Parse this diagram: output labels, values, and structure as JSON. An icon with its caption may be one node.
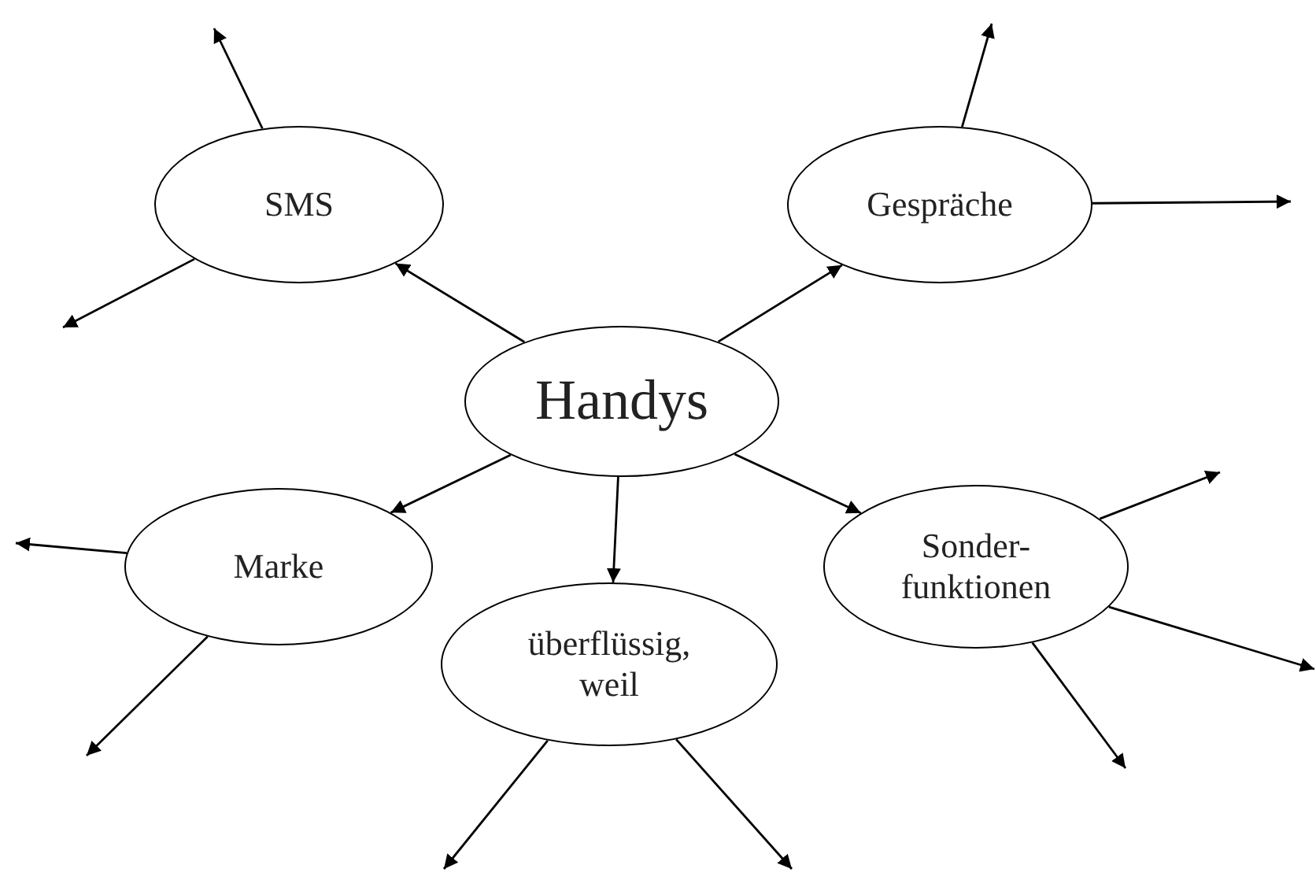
{
  "diagram": {
    "nodes": [
      {
        "text": [
          "Handys"
        ]
      },
      {
        "text": [
          "SMS"
        ]
      },
      {
        "text": [
          "Gespräche"
        ]
      },
      {
        "text": [
          "Marke"
        ]
      },
      {
        "text": [
          "überflüssig, weil"
        ]
      },
      {
        "text": [
          "Sonder- funktionen"
        ]
      }
    ],
    "edges": [
      {
        "from": 0,
        "to": 1,
        "arrow": "to"
      },
      {
        "from": 0,
        "to": 2,
        "arrow": "to"
      },
      {
        "from": 0,
        "to": 3,
        "arrow": "to"
      },
      {
        "from": 0,
        "to": 4,
        "arrow": "to"
      },
      {
        "from": 0,
        "to": 5,
        "arrow": "to"
      },
      {
        "from": 1,
        "to": null,
        "arrow": "to"
      },
      {
        "from": 1,
        "to": null,
        "arrow": "to"
      },
      {
        "from": 2,
        "to": null,
        "arrow": "to"
      },
      {
        "from": 2,
        "to": null,
        "arrow": "to"
      },
      {
        "from": 3,
        "to": null,
        "arrow": "to"
      },
      {
        "from": 3,
        "to": null,
        "arrow": "to"
      },
      {
        "from": 4,
        "to": null,
        "arrow": "to"
      },
      {
        "from": 4,
        "to": null,
        "arrow": "to"
      },
      {
        "from": 5,
        "to": null,
        "arrow": "to"
      },
      {
        "from": 5,
        "to": null,
        "arrow": "to"
      },
      {
        "from": 5,
        "to": null,
        "arrow": "to"
      }
    ]
  }
}
